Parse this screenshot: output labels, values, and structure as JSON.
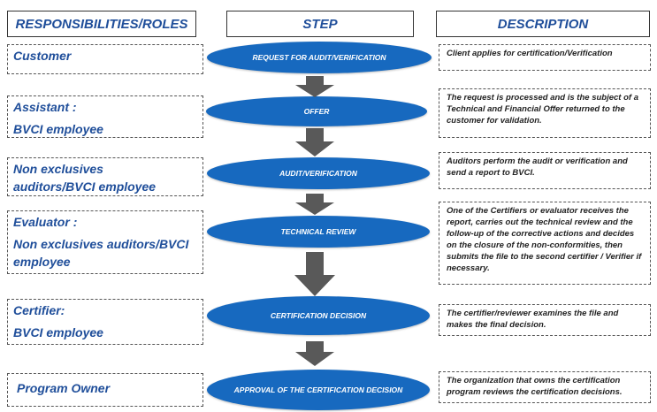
{
  "headers": {
    "roles": "RESPONSIBILITIES/ROLES",
    "step": "STEP",
    "description": "DESCRIPTION"
  },
  "rows": [
    {
      "role_line1": "Customer",
      "role_line2": "",
      "step": "REQUEST FOR AUDIT/VERIFICATION",
      "description": "Client applies for certification/Verification"
    },
    {
      "role_line1": "Assistant :",
      "role_line2": "BVCI employee",
      "step": "OFFER",
      "description": "The request is processed and is the subject of a Technical and Financial Offer returned to the customer for validation."
    },
    {
      "role_line1": "Non exclusives",
      "role_line2": "auditors/BVCI employee",
      "step": "AUDIT/VERIFICATION",
      "description": "Auditors perform the audit or verification and send a report to BVCI."
    },
    {
      "role_line1": "Evaluator :",
      "role_line2": "Non exclusives auditors/BVCI employee",
      "step": "TECHNICAL REVIEW",
      "description": "One of the Certifiers or evaluator receives the report, carries out the technical review and the follow-up of the corrective actions and decides on the closure of the non-conformities, then submits the file to the second certifier / Verifier if necessary."
    },
    {
      "role_line1": "Certifier:",
      "role_line2": "BVCI employee",
      "step": "CERTIFICATION DECISION",
      "description": "The certifier/reviewer examines the file and makes the final decision."
    },
    {
      "role_line1": "Program Owner",
      "role_line2": "",
      "step": "APPROVAL OF THE CERTIFICATION DECISION",
      "description": "The organization that owns the certification program reviews the certification decisions."
    }
  ],
  "colors": {
    "step_fill": "#1769bf",
    "arrow_fill": "#595959",
    "header_text": "#1f4e9a"
  }
}
